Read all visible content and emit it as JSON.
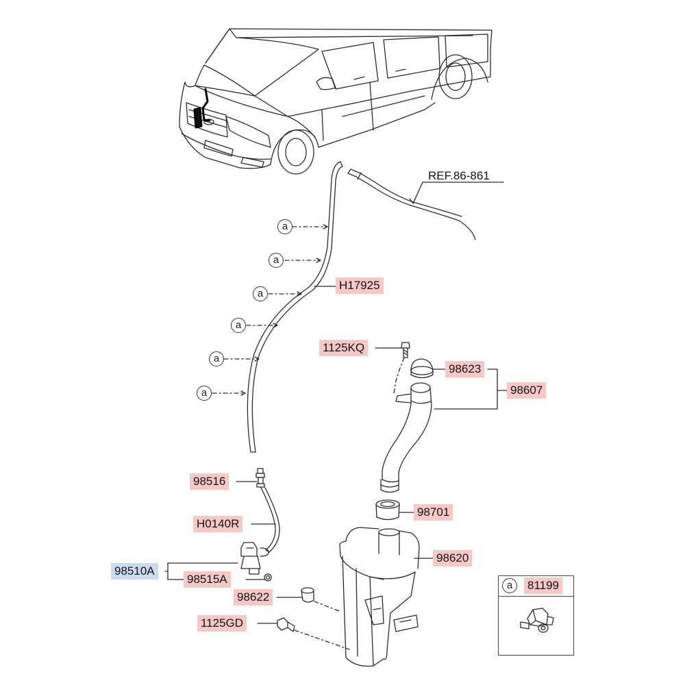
{
  "diagram": {
    "ref_label": "REF.86-861",
    "callout_letter": "a",
    "parts": {
      "hose_main": "H17925",
      "bolt_top": "1125KQ",
      "cap": "98623",
      "filler_assembly": "98607",
      "connector": "98516",
      "grommet": "98701",
      "hose_short": "H0140R",
      "reservoir": "98620",
      "pump_assembly": "98510A",
      "pump_seal": "98515A",
      "reservoir_grommet": "98622",
      "bolt_bottom": "1125GD",
      "clip": "81199"
    },
    "colors": {
      "part_label_bg": "#f6c9c6",
      "assembly_label_bg": "#c9dcf3",
      "line": "#222222"
    }
  }
}
